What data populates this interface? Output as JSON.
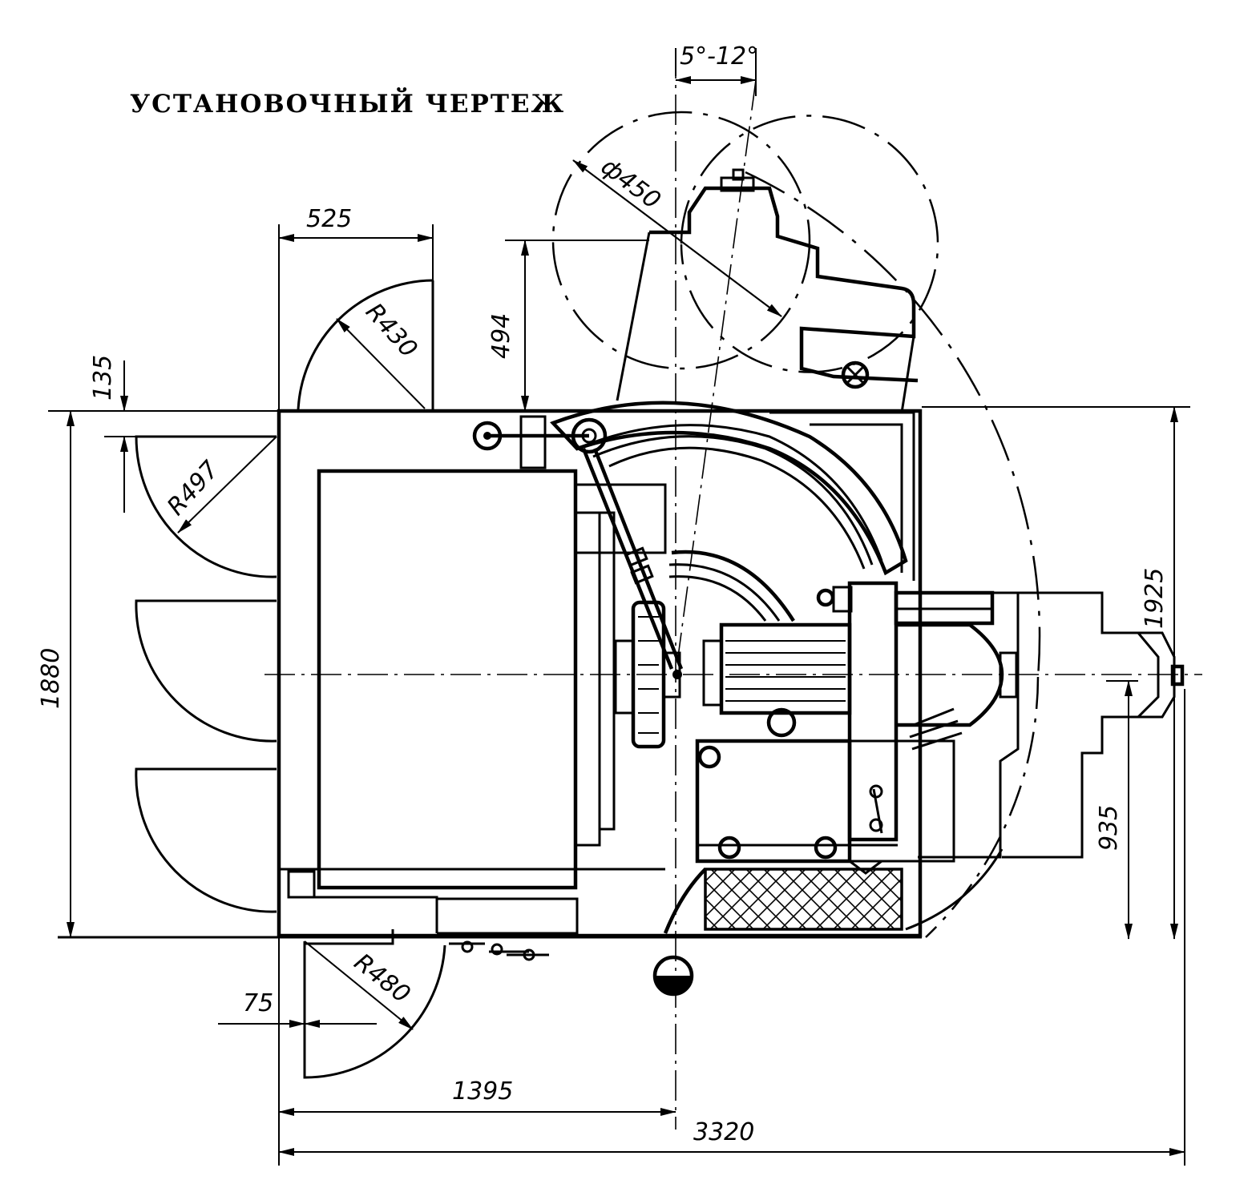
{
  "title": "УСТАНОВОЧНЫЙ ЧЕРТЕЖ",
  "dimensions": {
    "angle": "5°-12°",
    "diameter": "ф450",
    "top_width": "525",
    "radius_top": "R430",
    "height_494": "494",
    "offset_135": "135",
    "radius_left": "R497",
    "overall_height": "1880",
    "right_height": "1925",
    "right_lower": "935",
    "radius_bottom": "R480",
    "offset_75": "75",
    "width_1395": "1395",
    "overall_width": "3320"
  }
}
